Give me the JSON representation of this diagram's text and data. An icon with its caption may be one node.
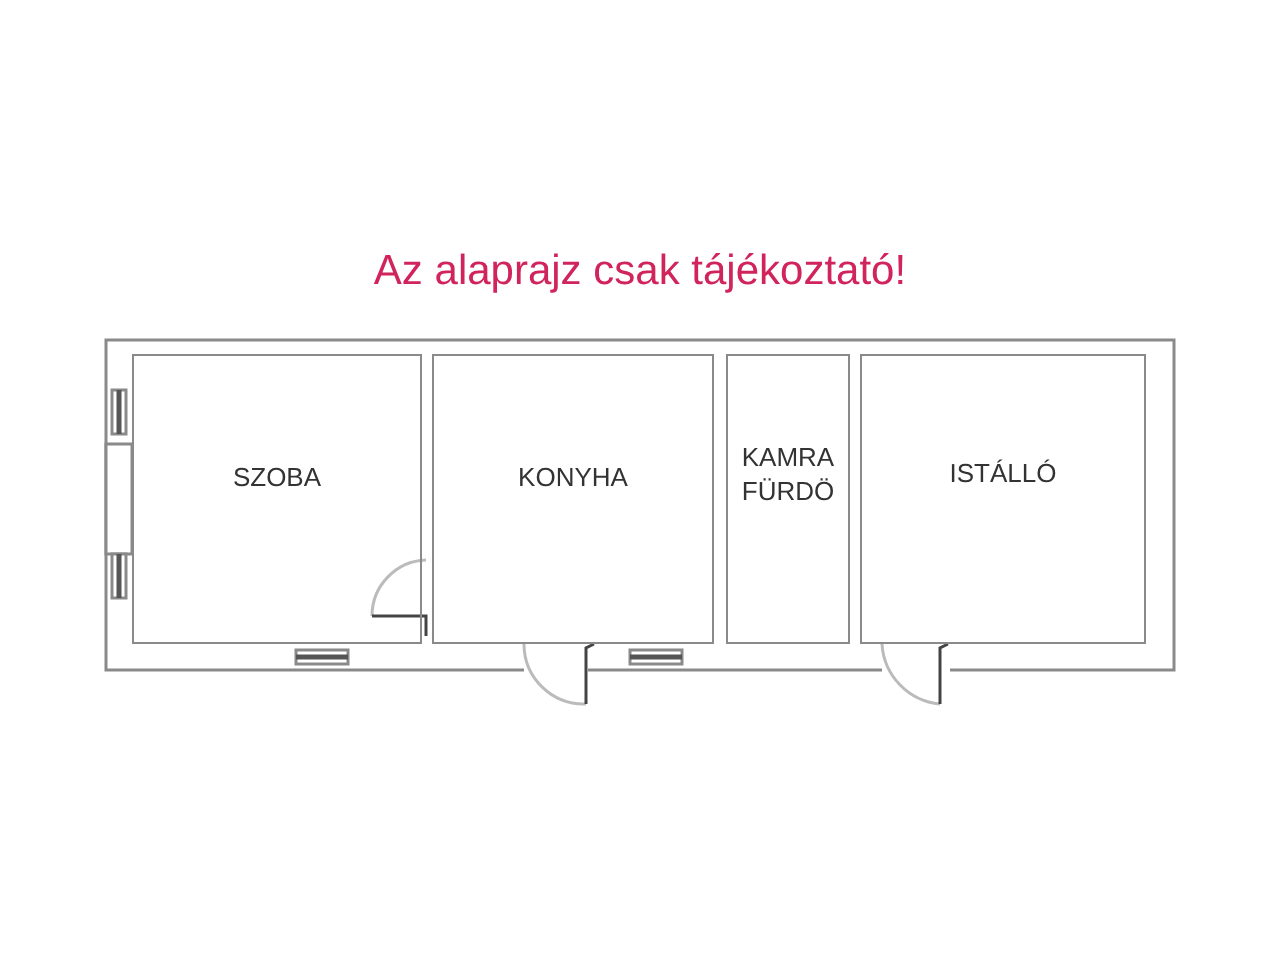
{
  "diagram": {
    "title": "Az alaprajz csak tájékoztató!",
    "nodes": [
      {
        "text": [
          "SZOBA"
        ]
      },
      {
        "text": [
          "KONYHA"
        ]
      },
      {
        "text": [
          "KAMRA FÜRDÖ"
        ]
      },
      {
        "text": [
          "ISTÁLLÓ"
        ]
      }
    ]
  }
}
